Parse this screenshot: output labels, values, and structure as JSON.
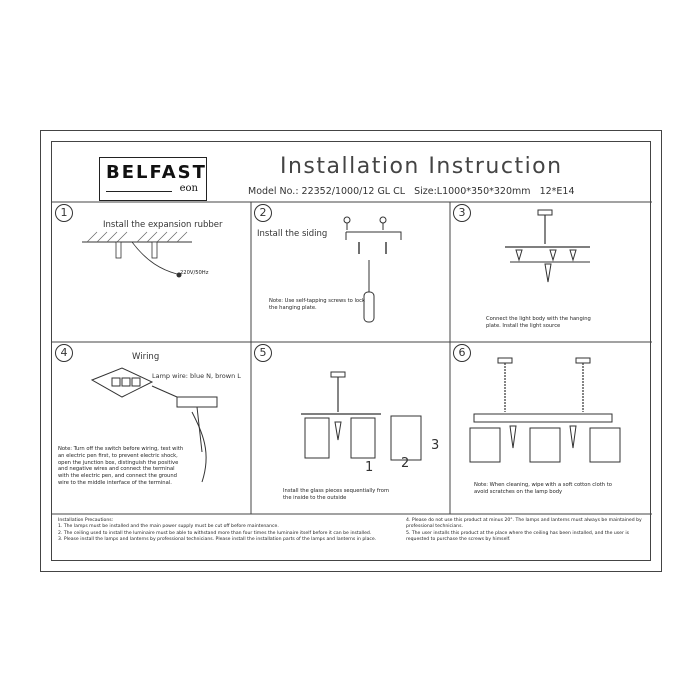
{
  "logo": {
    "brand": "BELFAST",
    "sub": "eon"
  },
  "title": "Installation Instruction",
  "model": {
    "model_label": "Model No.: 22352/1000/12 GL CL",
    "size_label": "Size:L1000*350*320mm",
    "bulbs": "12*E14"
  },
  "steps": [
    {
      "number": "1",
      "label": "Install the expansion rubber",
      "voltage": "220V/50Hz"
    },
    {
      "number": "2",
      "label": "Install the siding",
      "note": "Note: Use self-tapping screws to lock the hanging plate."
    },
    {
      "number": "3",
      "note": "Connect the light body with the hanging plate. Install the light source"
    },
    {
      "number": "4",
      "label": "Wiring",
      "sublabel": "Lamp wire: blue N, brown L",
      "note": "Note: Turn off the switch before wiring, test with an electric pen first, to prevent electric shock, open the junction box, distinguish the positive and negative wires and connect the terminal with the electric pen, and connect the ground wire to the middle interface of the terminal."
    },
    {
      "number": "5",
      "note": "Install the glass pieces sequentially from the inside to the outside",
      "marks": [
        "1",
        "2",
        "3"
      ]
    },
    {
      "number": "6",
      "note": "Note: When cleaning, wipe with a soft cotton cloth to avoid scratches on the lamp body"
    }
  ],
  "precautions": {
    "heading": "Installation Precautions:",
    "left": [
      "1. The lamps must be installed and the main power supply must be cut off before maintenance.",
      "2. The ceiling used to install the luminaire must be able to withstand more than four times the luminaire itself before it can be installed.",
      "3. Please install the lamps and lanterns by professional technicians. Please install the installation parts of the lamps and lanterns in place."
    ],
    "right": [
      "4. Please do not use this product at minus 20°. The lamps and lanterns must always be maintained by professional technicians.",
      "5. The user installs this product at the place where the ceiling has been installed, and the user is requested to purchase the screws by himself."
    ]
  }
}
